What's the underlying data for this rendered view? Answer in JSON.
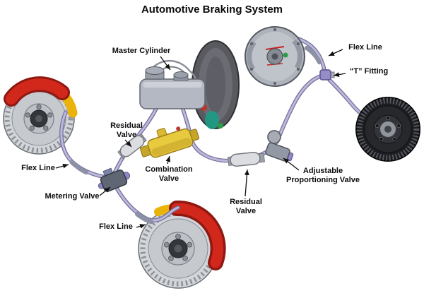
{
  "title": "Automotive Braking System",
  "labels": {
    "master_cylinder": [
      "Master Cylinder"
    ],
    "flex_line_top_right": [
      "Flex Line"
    ],
    "t_fitting": [
      "“T” Fitting"
    ],
    "residual_valve_left": [
      "Residual",
      "Valve"
    ],
    "flex_line_left": [
      "Flex Line"
    ],
    "combination_valve": [
      "Combination",
      "Valve"
    ],
    "metering_valve": [
      "Metering Valve"
    ],
    "flex_line_bottom": [
      "Flex Line"
    ],
    "residual_valve_bottom": [
      "Residual",
      "Valve"
    ],
    "adjustable_proportioning_valve": [
      "Adjustable",
      "Proportioning Valve"
    ]
  },
  "colors": {
    "caliper_red": "#d2281c",
    "bracket_yellow": "#e9b308",
    "valve_body_yellow": "#e8ca3f",
    "brake_line_lavender": "#bdb9dc",
    "brake_line_outline": "#76729b",
    "rotor_silver": "#c9ccd1",
    "drum_black": "#1c1d20",
    "booster_gray": "#5c5c63",
    "fitting_purple": "#8f86c6"
  }
}
